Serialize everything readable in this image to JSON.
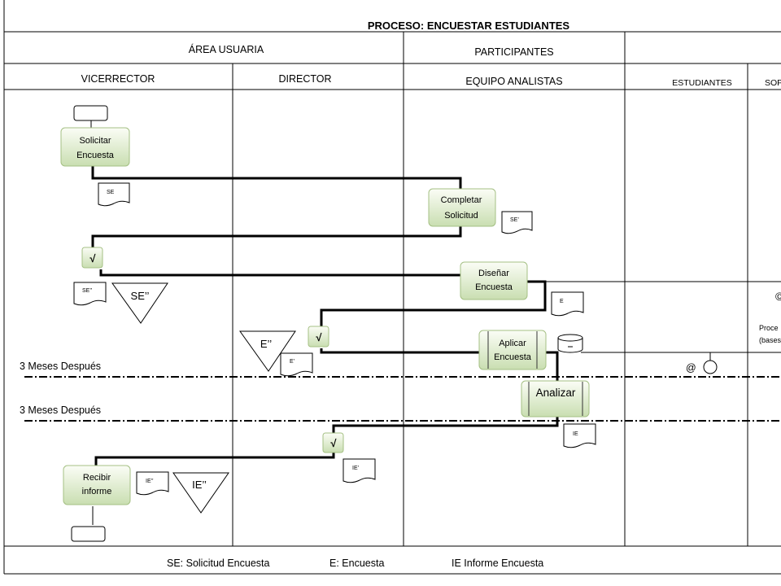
{
  "title": "PROCESO: ENCUESTAR ESTUDIANTES",
  "header": {
    "area_usuaria": "ÁREA USUARIA",
    "participantes": "PARTICIPANTES"
  },
  "lanes": {
    "vicerrector": "VICERRECTOR",
    "director": "DIRECTOR",
    "equipo": "EQUIPO ANALISTAS",
    "estudiantes": "ESTUDIANTES",
    "soporte": "SOP"
  },
  "processes": {
    "solicitar_1": "Solicitar",
    "solicitar_2": "Encuesta",
    "completar_1": "Completar",
    "completar_2": "Solicitud",
    "disenar_1": "Diseñar",
    "disenar_2": "Encuesta",
    "aplicar_1": "Aplicar",
    "aplicar_2": "Encuesta",
    "analizar": "Analizar",
    "recibir_1": "Recibir",
    "recibir_2": "informe"
  },
  "documents": {
    "se": "SE",
    "se_prime": "SE’",
    "se_double": "SE’’",
    "e": "E",
    "e_prime": "E’",
    "ie": "IE",
    "ie_prime": "IE’",
    "ie_double": "IE’’"
  },
  "archives": {
    "se_double": "SE’’",
    "e_double": "E’’",
    "ie_double": "IE’’"
  },
  "checks": {
    "mark": "√"
  },
  "timelines": {
    "first": "3 Meses Después",
    "second": "3 Meses Después"
  },
  "soporte_notes": {
    "symbol": "©",
    "line1": "Proce",
    "line2": "(bases"
  },
  "connector": {
    "at": "@"
  },
  "legend": {
    "se": "SE: Solicitud Encuesta",
    "e": "E: Encuesta",
    "ie": "IE Informe Encuesta"
  }
}
